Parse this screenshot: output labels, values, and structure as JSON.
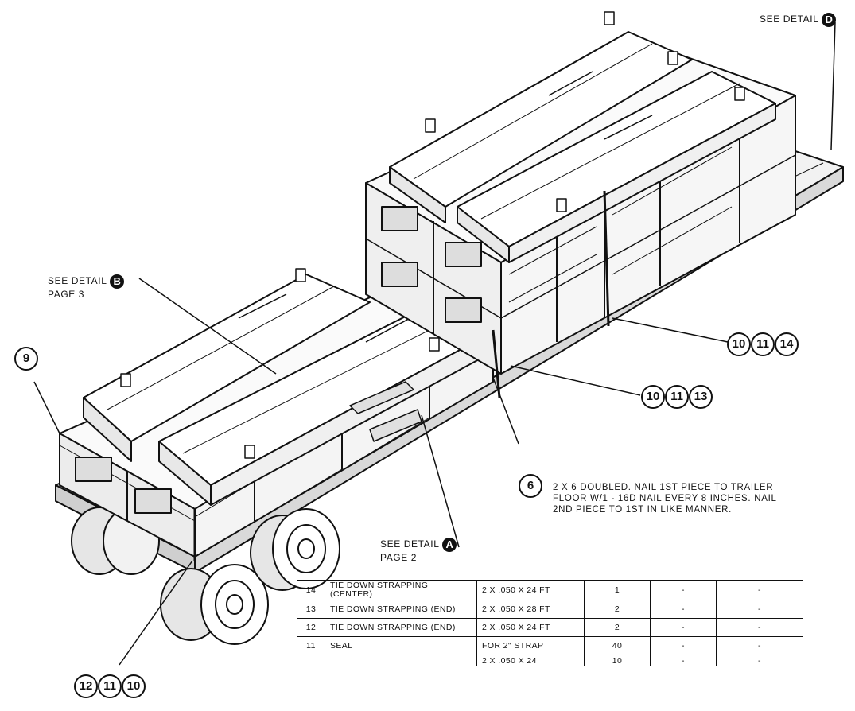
{
  "callouts": {
    "detail_d": {
      "text": "SEE DETAIL",
      "badge": "D"
    },
    "detail_b": {
      "line1": "SEE DETAIL",
      "line2": "PAGE 3",
      "badge": "B"
    },
    "detail_a": {
      "line1": "SEE DETAIL",
      "line2": "PAGE 2",
      "badge": "A"
    }
  },
  "balloons": {
    "b9": "9",
    "b6": "6",
    "group_10_11_14": [
      "10",
      "11",
      "14"
    ],
    "group_10_11_13": [
      "10",
      "11",
      "13"
    ],
    "group_12_11_10": [
      "12",
      "11",
      "10"
    ]
  },
  "note_6": "2 X 6 DOUBLED. NAIL 1ST PIECE TO TRAILER FLOOR W/1 - 16d NAIL EVERY 8 INCHES. NAIL 2ND PIECE TO 1ST IN LIKE MANNER.",
  "parts_table": {
    "rows": [
      {
        "no": "14",
        "name": "TIE DOWN STRAPPING (CENTER)",
        "size": "2 X .050 X 24 FT",
        "qty": "1",
        "col5": "-",
        "col6": "-"
      },
      {
        "no": "13",
        "name": "TIE DOWN STRAPPING (END)",
        "size": "2 X .050 X 28 FT",
        "qty": "2",
        "col5": "-",
        "col6": "-"
      },
      {
        "no": "12",
        "name": "TIE DOWN STRAPPING (END)",
        "size": "2 X .050 X 24 FT",
        "qty": "2",
        "col5": "-",
        "col6": "-"
      },
      {
        "no": "11",
        "name": "SEAL",
        "size": "FOR 2\" STRAP",
        "qty": "40",
        "col5": "-",
        "col6": "-"
      },
      {
        "no": "",
        "name": "",
        "size": "2 X .050 X 24",
        "qty": "10",
        "col5": "-",
        "col6": "-"
      }
    ]
  }
}
